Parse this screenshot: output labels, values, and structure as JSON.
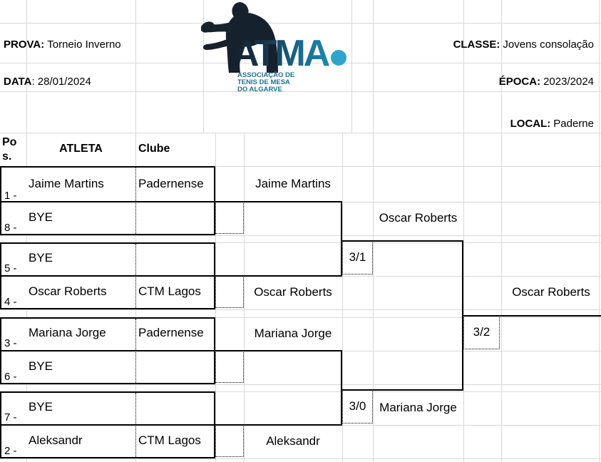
{
  "sheet": {
    "grid_color": "#d9d9d9"
  },
  "header": {
    "prova": {
      "label": "PROVA:",
      "value": "Torneio Inverno"
    },
    "classe": {
      "label": "CLASSE:",
      "value": "Jovens consolação"
    },
    "data": {
      "label": "DATA",
      "value": ": 28/01/2024"
    },
    "epoca": {
      "label": "ÉPOCA:",
      "value": "2023/2024"
    },
    "local": {
      "label": "LOCAL:",
      "value": "Paderne"
    },
    "logo": {
      "brand": "ATMA",
      "org_lines": [
        "ASSOCIAÇÃO DE",
        "TENIS DE MESA",
        "DO ALGARVE"
      ],
      "colors": {
        "silhouette": "#16212e",
        "grad1": "#141f2b",
        "grad2": "#17374c",
        "grad3": "#1a6a8e",
        "grad4": "#1e88ae",
        "dot": "#2ea5cb",
        "org_text": "#1f7191"
      }
    }
  },
  "table_headers": {
    "pos": "Pos.",
    "atleta": "ATLETA",
    "clube": "Clube"
  },
  "bracket": {
    "round1": [
      {
        "pos": "1 -",
        "atleta": "Jaime Martins",
        "clube": "Padernense"
      },
      {
        "pos": "8 -",
        "atleta": "BYE",
        "clube": ""
      },
      {
        "pos": "5 -",
        "atleta": "BYE",
        "clube": ""
      },
      {
        "pos": "4 -",
        "atleta": "Oscar Roberts",
        "clube": "CTM Lagos"
      },
      {
        "pos": "3 -",
        "atleta": "Mariana Jorge",
        "clube": "Padernense"
      },
      {
        "pos": "6 -",
        "atleta": "BYE",
        "clube": ""
      },
      {
        "pos": "7 -",
        "atleta": "BYE",
        "clube": ""
      },
      {
        "pos": "2 -",
        "atleta": "Aleksandr",
        "clube": "CTM Lagos"
      }
    ],
    "round2": [
      "Jaime Martins",
      "Oscar Roberts",
      "Mariana Jorge",
      "Aleksandr"
    ],
    "semifinals": [
      {
        "winner": "Oscar Roberts",
        "score": "3/1"
      },
      {
        "winner": "Mariana Jorge",
        "score": "3/0"
      }
    ],
    "final": {
      "winner": "Oscar Roberts",
      "score": "3/2"
    }
  }
}
